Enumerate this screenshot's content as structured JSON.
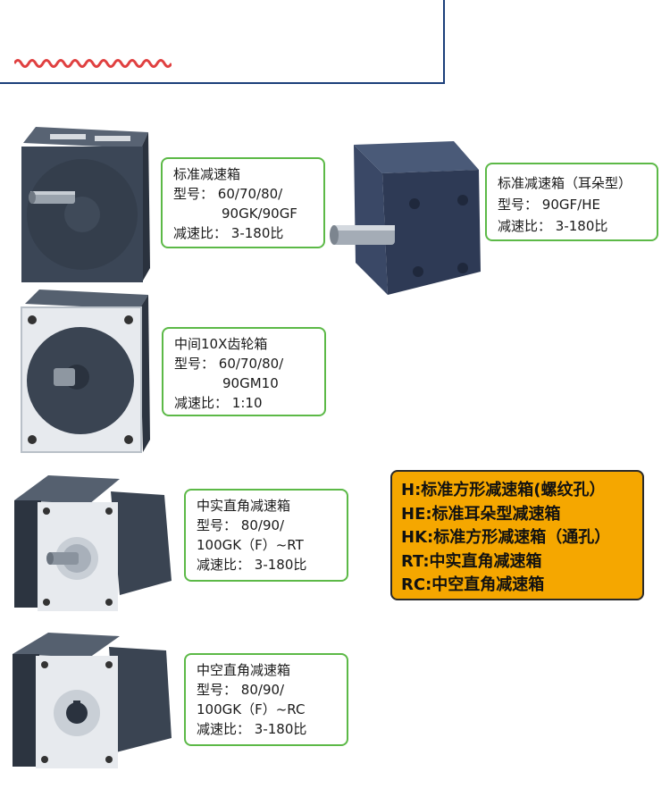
{
  "boxes": [
    {
      "title": "标准减速箱",
      "model_label": "型号：",
      "model": "60/70/80/",
      "model_cont": "90GK/90GF",
      "ratio_label": "减速比：",
      "ratio": "3-180比"
    },
    {
      "title": "标准减速箱（耳朵型）",
      "model_label": "型号：",
      "model": "90GF/HE",
      "ratio_label": "减速比：",
      "ratio": "3-180比"
    },
    {
      "title": "中间10X齿轮箱",
      "model_label": "型号：",
      "model": "60/70/80/",
      "model_cont": "90GM10",
      "ratio_label": "减速比：",
      "ratio": "1:10"
    },
    {
      "title": "中实直角减速箱",
      "model_label": "型号：",
      "model": "80/90/",
      "model_cont": "100GK（F）~RT",
      "ratio_label": "减速比：",
      "ratio": "3-180比"
    },
    {
      "title": "中空直角减速箱",
      "model_label": "型号：",
      "model": "80/90/",
      "model_cont": "100GK（F）~RC",
      "ratio_label": "减速比：",
      "ratio": "3-180比"
    }
  ],
  "legend": [
    "H:标准方形减速箱(螺纹孔）",
    "HE:标准耳朵型减速箱",
    "HK:标准方形减速箱（通孔）",
    "RT:中实直角减速箱",
    "RC:中空直角减速箱"
  ],
  "colors": {
    "accent_green": "#5cb947",
    "legend_bg": "#f5a700",
    "header_blue": "#1b3f7a",
    "gearbox_body": "#3b4656"
  }
}
